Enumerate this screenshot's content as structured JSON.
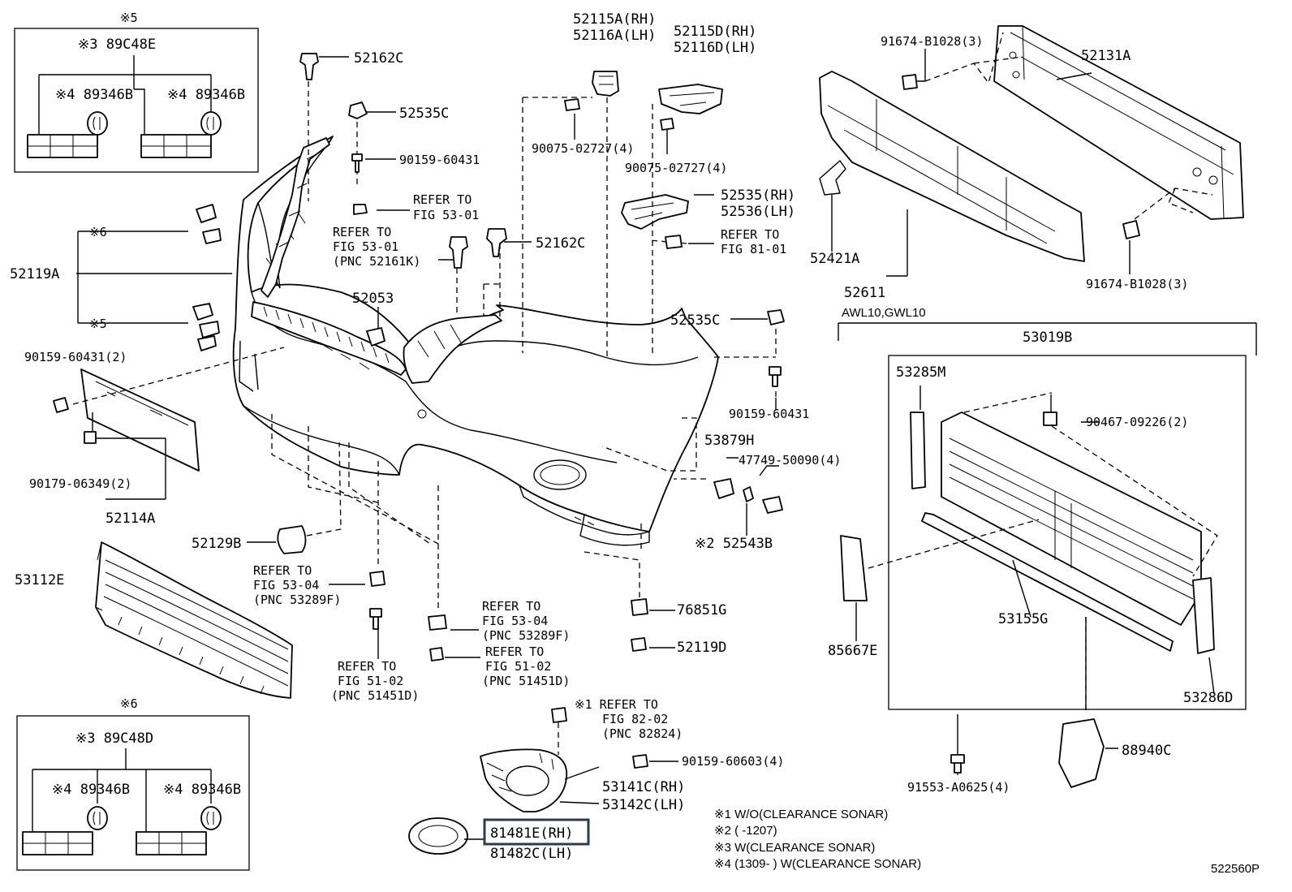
{
  "diagram_id": "522560P",
  "inset_top": {
    "group_mark": "※5",
    "main_part": "※3 89C48E",
    "left_clip": "※4 89346B",
    "right_clip": "※4 89346B"
  },
  "inset_bottom": {
    "group_mark": "※6",
    "main_part": "※3 89C48D",
    "left_clip": "※4 89346B",
    "right_clip": "※4 89346B"
  },
  "parts": {
    "p52162C_top": "52162C",
    "p52535C_top": "52535C",
    "p90159_60431_top": "90159-60431",
    "refer_53_01_a": [
      "REFER TO",
      "FIG 53-01"
    ],
    "refer_53_01_b": [
      "REFER TO",
      "FIG 53-01",
      "(PNC 52161K)"
    ],
    "p52162C_mid": "52162C",
    "p52053": "52053",
    "mark6": "※6",
    "mark5": "※5",
    "p52119A": "52119A",
    "p90159_60431_2": "90159-60431(2)",
    "p90179_06349_2": "90179-06349(2)",
    "p52114A": "52114A",
    "p52115A": [
      "52115A(RH)",
      "52116A(LH)"
    ],
    "p52115D": [
      "52115D(RH)",
      "52116D(LH)"
    ],
    "p90075_left": "90075-02727(4)",
    "p90075_right": "90075-02727(4)",
    "p52535": [
      "52535(RH)",
      "52536(LH)"
    ],
    "refer_81_01": [
      "REFER TO",
      "FIG 81-01"
    ],
    "p52535C_right": "52535C",
    "p90159_60431_right": "90159-60431",
    "p53879H": "53879H",
    "p47749": "47749-50090(4)",
    "p52543B": "※2 52543B",
    "p52129B": "52129B",
    "p53112E": "53112E",
    "refer_53_04_a": [
      "REFER TO",
      "FIG 53-04",
      "(PNC 53289F)"
    ],
    "refer_53_04_b": [
      "REFER TO",
      "FIG 53-04",
      "(PNC 53289F)"
    ],
    "refer_51_02_a": [
      "REFER TO",
      "FIG 51-02",
      "(PNC 51451D)"
    ],
    "refer_51_02_b": [
      "REFER TO",
      "FIG 51-02",
      "(PNC 51451D)"
    ],
    "p76851G": "76851G",
    "p52119D": "52119D",
    "refer_82_02": [
      "※1 REFER TO",
      "FIG 82-02",
      "(PNC 82824)"
    ],
    "p90159_60603": "90159-60603(4)",
    "p53141C": [
      "53141C(RH)",
      "53142C(LH)"
    ],
    "p81481E": "81481E(RH)",
    "p81482C": "81482C(LH)",
    "p91674_top": "91674-B1028(3)",
    "p52131A": "52131A",
    "p52421A": "52421A",
    "p52611": "52611",
    "model_note": "AWL10,GWL10",
    "p91674_bottom": "91674-B1028(3)",
    "p53019B": "53019B",
    "p53285M": "53285M",
    "p90467": "90467-09226(2)",
    "p85667E": "85667E",
    "p53155G": "53155G",
    "p53286D": "53286D",
    "p91553": "91553-A0625(4)",
    "p88940C": "88940C"
  },
  "notes": [
    "※1 W/O(CLEARANCE SONAR)",
    "※2 (      -1207)",
    "※3 W(CLEARANCE SONAR)",
    "※4 (1309-      ) W(CLEARANCE SONAR)"
  ],
  "highlight_color": "#2f3b4a"
}
